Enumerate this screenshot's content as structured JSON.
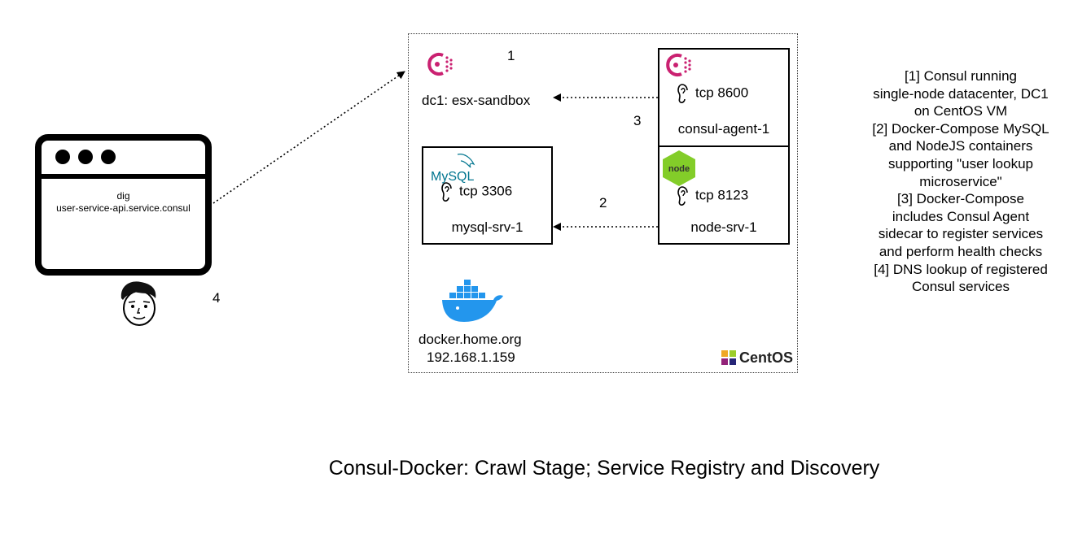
{
  "datacenter": {
    "label": "dc1: esx-sandbox",
    "step": "1"
  },
  "consul_agent": {
    "port": "tcp 8600",
    "name": "consul-agent-1",
    "step": "3"
  },
  "mysql": {
    "logo": "MySQL",
    "port": "tcp 3306",
    "name": "mysql-srv-1"
  },
  "node": {
    "logo": "node",
    "port": "tcp 8123",
    "name": "node-srv-1",
    "step": "2"
  },
  "docker_host": {
    "hostname": "docker.home.org",
    "ip": "192.168.1.159"
  },
  "centos": {
    "logo_text": "CentOS"
  },
  "client": {
    "command": "dig",
    "query": "user-service-api.service.consul",
    "step": "4"
  },
  "notes": [
    "[1] Consul running",
    "single-node datacenter, DC1",
    "on CentOS VM",
    "[2] Docker-Compose MySQL",
    "and NodeJS containers",
    "supporting \"user lookup",
    "microservice\"",
    "[3] Docker-Compose",
    "includes Consul Agent",
    "sidecar to register services",
    "and perform health checks",
    "[4] DNS lookup of registered",
    "Consul services"
  ],
  "caption": "Consul-Docker: Crawl Stage; Service Registry and Discovery",
  "colors": {
    "consul": "#ca2171",
    "node": "#83cd29",
    "docker": "#2396ed",
    "mysql_blue": "#00758f",
    "mysql_orange": "#f29111"
  },
  "icons": [
    "consul-icon",
    "ear-icon",
    "mysql-logo",
    "nodejs-logo",
    "docker-whale-icon",
    "centos-logo",
    "user-avatar-icon"
  ]
}
